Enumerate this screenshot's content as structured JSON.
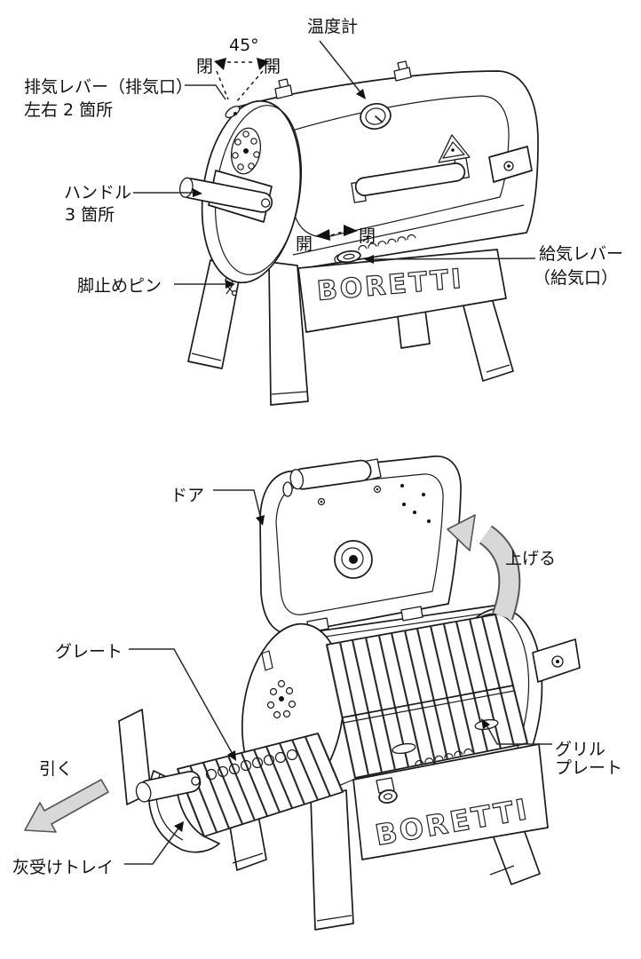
{
  "figure1": {
    "thermometer": "温度計",
    "angle_45": "45°",
    "vent_closed": "閉",
    "vent_open": "開",
    "exhaust_lever_l1": "排気レバー（排気口）",
    "exhaust_lever_l2": "左右 2 箇所",
    "handle_l1": "ハンドル",
    "handle_l2": "3 箇所",
    "leg_pin": "脚止めピン",
    "intake_open": "開",
    "intake_closed": "閉",
    "intake_lever_l1": "給気レバー",
    "intake_lever_l2": "（給気口）",
    "logo": "BORETTI"
  },
  "figure2": {
    "door": "ドア",
    "lift_up": "上げる",
    "grate": "グレート",
    "pull": "引く",
    "grill_plate_l1": "グリル",
    "grill_plate_l2": "プレート",
    "ash_tray": "灰受けトレイ",
    "logo": "BORETTI"
  },
  "colors": {
    "line": "#1a1a1a",
    "arrow_fill": "#d8d8d8",
    "background": "#ffffff"
  }
}
